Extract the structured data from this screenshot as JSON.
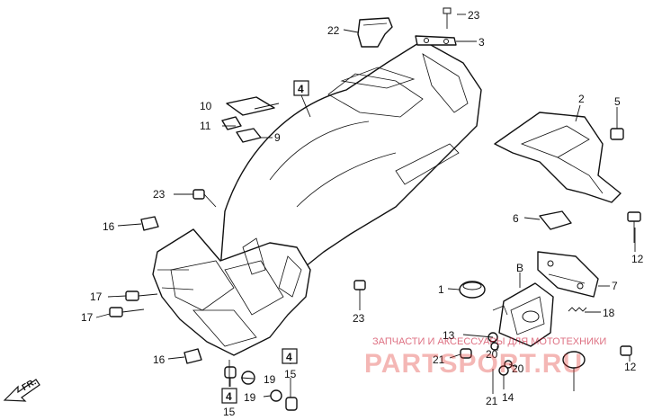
{
  "callouts": {
    "c1": "1",
    "c2": "2",
    "c3": "3",
    "c5": "5",
    "c6": "6",
    "c7": "7",
    "c9": "9",
    "c10": "10",
    "c11": "11",
    "c12a": "12",
    "c12b": "12",
    "c13": "13",
    "c14": "14",
    "c15a": "15",
    "c15b": "15",
    "c16a": "16",
    "c16b": "16",
    "c17a": "17",
    "c17b": "17",
    "c18": "18",
    "c19a": "19",
    "c19b": "19",
    "c20a": "20",
    "c20b": "20",
    "c21a": "21",
    "c21b": "21",
    "c22": "22",
    "c23a": "23",
    "c23b": "23",
    "c23c": "23",
    "cB": "B"
  },
  "boxed_refs": {
    "r1": "4",
    "r2": "4",
    "r3": "4"
  },
  "direction_label": "FR.",
  "watermark": {
    "top_text": "ЗАПЧАСТИ И АКСЕССУАРЫ ДЛЯ МОТОТЕХНИКИ",
    "brand_text": "PARTSPORT.RU"
  }
}
